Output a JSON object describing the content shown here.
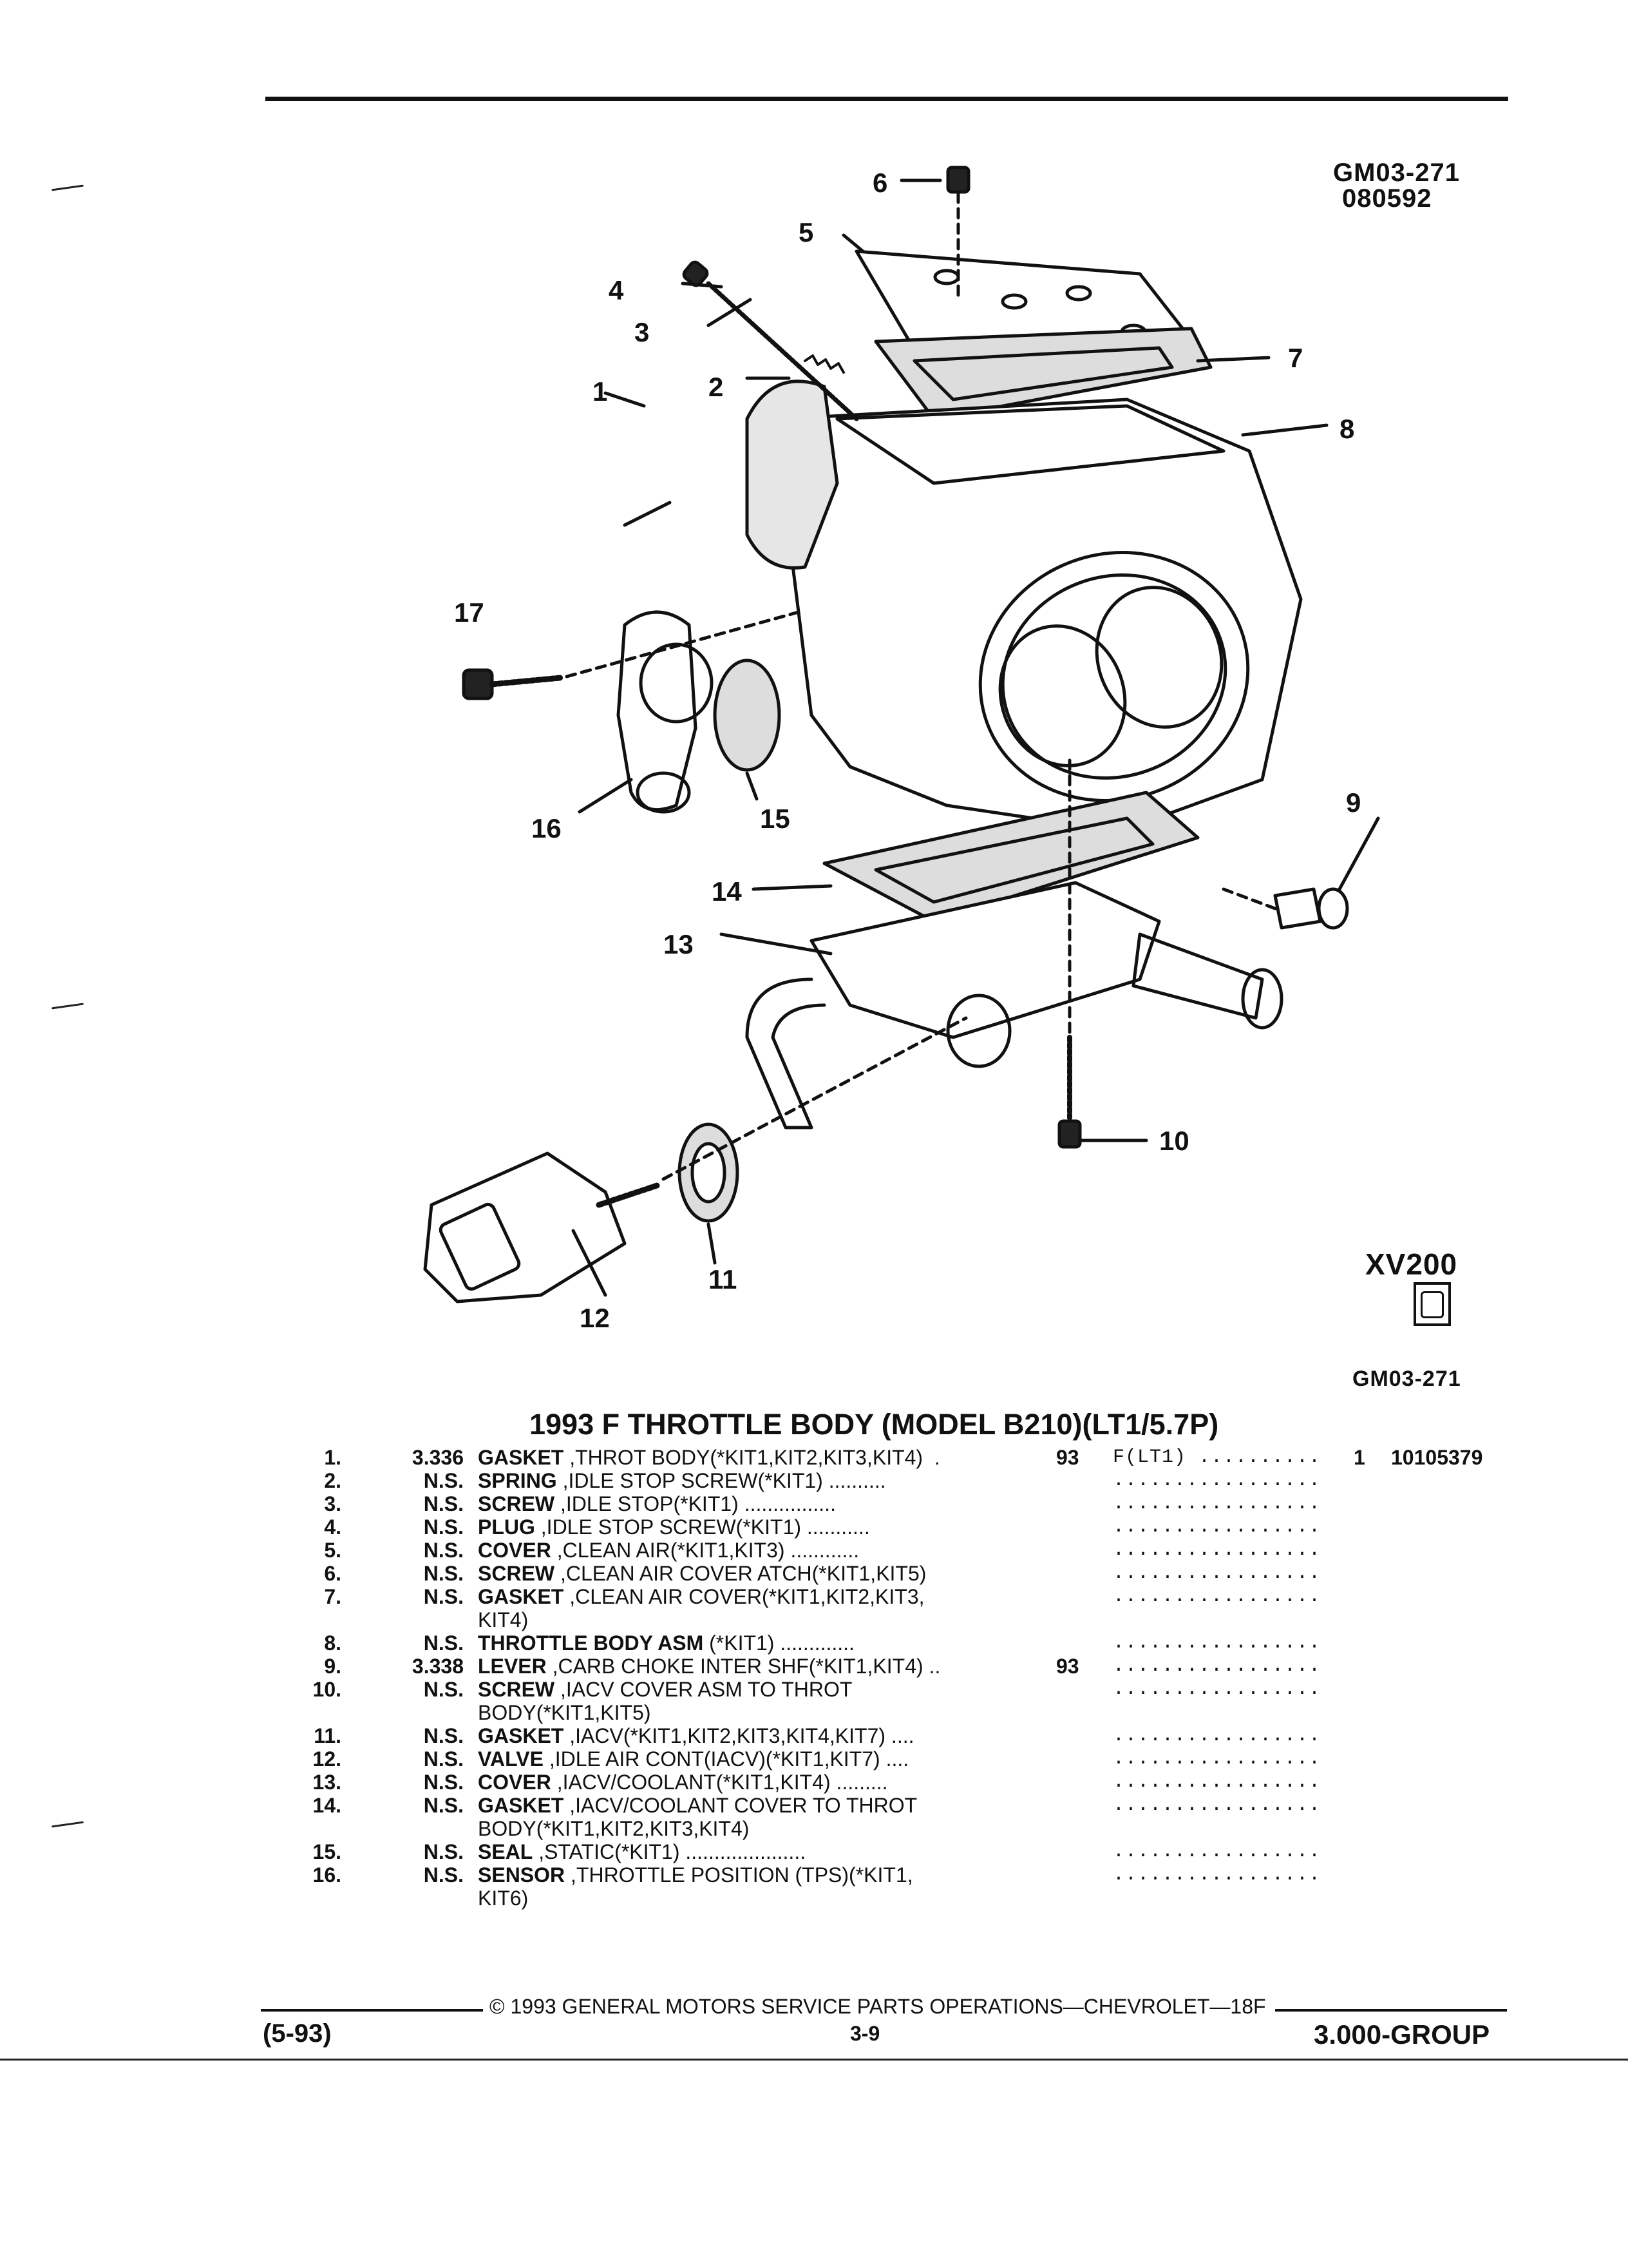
{
  "header": {
    "ref_top_line1": "GM03-271",
    "ref_top_line2": "080592",
    "model_code": "XV200",
    "ref_bottom": "GM03-271"
  },
  "diagram": {
    "callouts": [
      "1",
      "2",
      "3",
      "4",
      "5",
      "6",
      "7",
      "8",
      "9",
      "10",
      "11",
      "12",
      "13",
      "14",
      "15",
      "16",
      "17"
    ]
  },
  "title": "1993 F THROTTLE BODY (MODEL B210)(LT1/5.7P)",
  "parts": [
    {
      "num": "1.",
      "code": "3.336",
      "name": "GASKET",
      "rest": " ,THROT BODY(*KIT1,KIT2,KIT3,KIT4)  .",
      "year": "93",
      "model": "F(LT1) ..........",
      "qty": "1",
      "pn": "10105379"
    },
    {
      "num": "2.",
      "code": "N.S.",
      "name": "SPRING",
      "rest": " ,IDLE STOP SCREW(*KIT1) ..........",
      "year": "",
      "model": ".................",
      "qty": "",
      "pn": ""
    },
    {
      "num": "3.",
      "code": "N.S.",
      "name": "SCREW",
      "rest": " ,IDLE STOP(*KIT1) ................",
      "year": "",
      "model": ".................",
      "qty": "",
      "pn": ""
    },
    {
      "num": "4.",
      "code": "N.S.",
      "name": "PLUG",
      "rest": " ,IDLE STOP SCREW(*KIT1) ...........",
      "year": "",
      "model": ".................",
      "qty": "",
      "pn": ""
    },
    {
      "num": "5.",
      "code": "N.S.",
      "name": "COVER",
      "rest": " ,CLEAN AIR(*KIT1,KIT3) ............",
      "year": "",
      "model": ".................",
      "qty": "",
      "pn": ""
    },
    {
      "num": "6.",
      "code": "N.S.",
      "name": "SCREW",
      "rest": " ,CLEAN AIR COVER ATCH(*KIT1,KIT5)",
      "year": "",
      "model": ".................",
      "qty": "",
      "pn": ""
    },
    {
      "num": "7.",
      "code": "N.S.",
      "name": "GASKET",
      "rest": " ,CLEAN AIR COVER(*KIT1,KIT2,KIT3,\nKIT4)",
      "year": "",
      "model": ".................",
      "qty": "",
      "pn": ""
    },
    {
      "num": "8.",
      "code": "N.S.",
      "name": "THROTTLE BODY ASM",
      "rest": " (*KIT1) .............",
      "year": "",
      "model": ".................",
      "qty": "",
      "pn": ""
    },
    {
      "num": "9.",
      "code": "3.338",
      "name": "LEVER",
      "rest": " ,CARB CHOKE INTER SHF(*KIT1,KIT4) ..",
      "year": "93",
      "model": ".................",
      "qty": "",
      "pn": ""
    },
    {
      "num": "10.",
      "code": "N.S.",
      "name": "SCREW",
      "rest": " ,IACV COVER ASM TO THROT\nBODY(*KIT1,KIT5)",
      "year": "",
      "model": ".................",
      "qty": "",
      "pn": ""
    },
    {
      "num": "11.",
      "code": "N.S.",
      "name": "GASKET",
      "rest": " ,IACV(*KIT1,KIT2,KIT3,KIT4,KIT7) ....",
      "year": "",
      "model": ".................",
      "qty": "",
      "pn": ""
    },
    {
      "num": "12.",
      "code": "N.S.",
      "name": "VALVE",
      "rest": " ,IDLE AIR CONT(IACV)(*KIT1,KIT7) ....",
      "year": "",
      "model": ".................",
      "qty": "",
      "pn": ""
    },
    {
      "num": "13.",
      "code": "N.S.",
      "name": "COVER",
      "rest": " ,IACV/COOLANT(*KIT1,KIT4) .........",
      "year": "",
      "model": ".................",
      "qty": "",
      "pn": ""
    },
    {
      "num": "14.",
      "code": "N.S.",
      "name": "GASKET",
      "rest": " ,IACV/COOLANT COVER TO THROT\nBODY(*KIT1,KIT2,KIT3,KIT4)",
      "year": "",
      "model": ".................",
      "qty": "",
      "pn": ""
    },
    {
      "num": "15.",
      "code": "N.S.",
      "name": "SEAL",
      "rest": " ,STATIC(*KIT1) .....................",
      "year": "",
      "model": ".................",
      "qty": "",
      "pn": ""
    },
    {
      "num": "16.",
      "code": "N.S.",
      "name": "SENSOR",
      "rest": " ,THROTTLE POSITION (TPS)(*KIT1,\nKIT6)",
      "year": "",
      "model": ".................",
      "qty": "",
      "pn": ""
    }
  ],
  "footer": {
    "copyright": "© 1993 GENERAL MOTORS SERVICE PARTS OPERATIONS—CHEVROLET—18F",
    "page": "3-9",
    "date": "(5-93)",
    "group": "3.000-GROUP"
  }
}
